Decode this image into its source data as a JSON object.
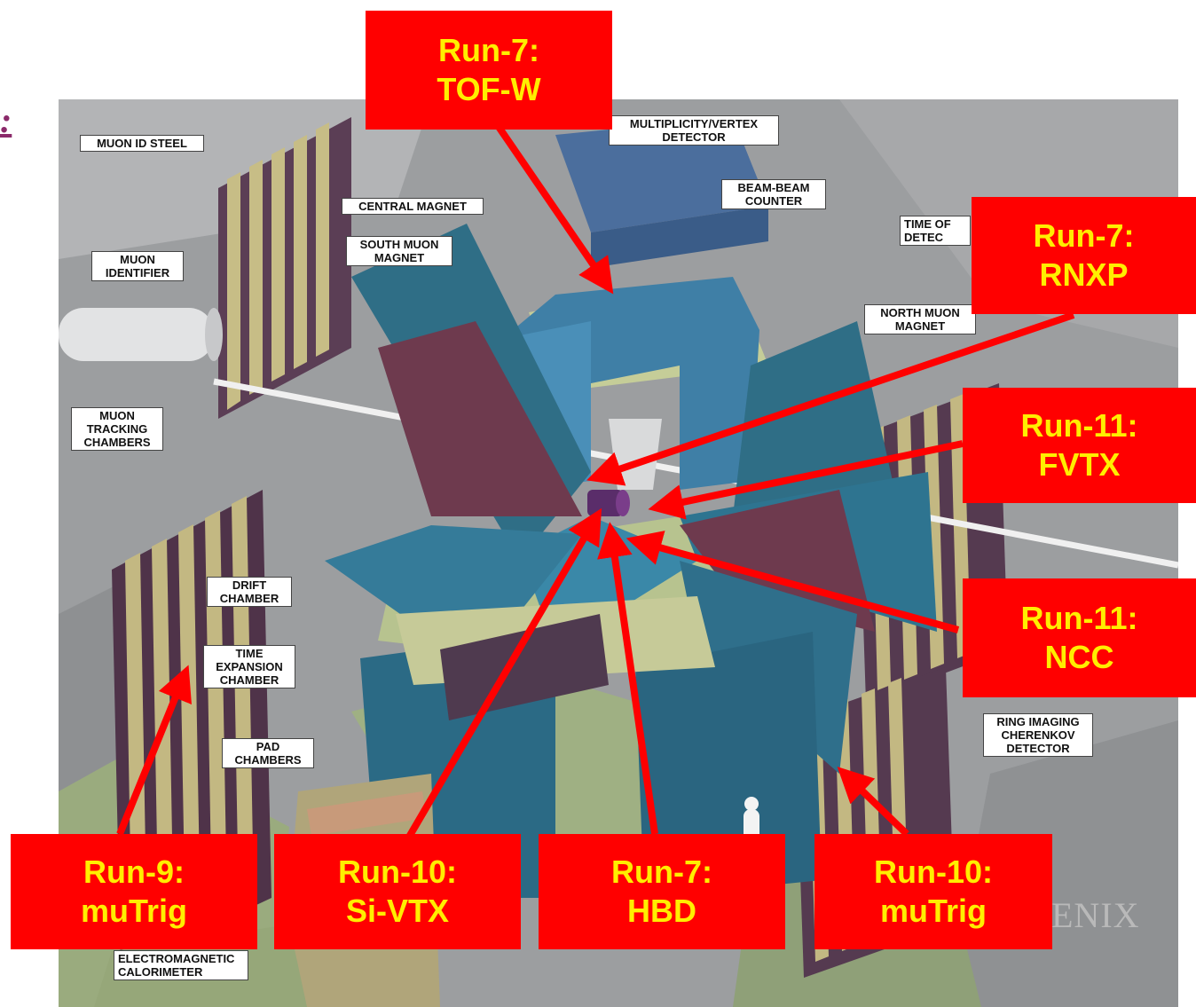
{
  "header_fragment": ":",
  "brand_text": "ENIX",
  "colors": {
    "callout_fill": "#ff0000",
    "callout_text": "#ffee00",
    "arrow": "#ff0000"
  },
  "detector_labels": {
    "muon_id_steel": "MUON ID STEEL",
    "muon_identifier": "MUON\nIDENTIFIER",
    "central_magnet": "CENTRAL MAGNET",
    "south_muon_magnet": "SOUTH MUON\nMAGNET",
    "multiplicity_vertex": "MULTIPLICITY/VERTEX\nDETECTOR",
    "beam_beam_counter": "BEAM-BEAM\nCOUNTER",
    "time_of_flight": "TIME OF\nDETEC",
    "north_muon_magnet": "NORTH MUON\nMAGNET",
    "muon_tracking_chambers": "MUON\nTRACKING\nCHAMBERS",
    "drift_chamber": "DRIFT\nCHAMBER",
    "time_expansion_chamber": "TIME\nEXPANSION\nCHAMBER",
    "pad_chambers": "PAD\nCHAMBERS",
    "ring_imaging_cherenkov": "RING IMAGING\nCHERENKOV\nDETECTOR",
    "em_calorimeter": "ELECTROMAGNETIC\nCALORIMETER"
  },
  "callouts": {
    "tofw": {
      "line1": "Run-7:",
      "line2": "TOF-W"
    },
    "rnxp": {
      "line1": "Run-7:",
      "line2": "RNXP"
    },
    "fvtx": {
      "line1": "Run-11:",
      "line2": "FVTX"
    },
    "ncc": {
      "line1": "Run-11:",
      "line2": "NCC"
    },
    "mutrig9": {
      "line1": "Run-9:",
      "line2": "muTrig"
    },
    "sivtx": {
      "line1": "Run-10:",
      "line2": "Si-VTX"
    },
    "hbd": {
      "line1": "Run-7:",
      "line2": "HBD"
    },
    "mutrig10": {
      "line1": "Run-10:",
      "line2": "muTrig"
    }
  }
}
